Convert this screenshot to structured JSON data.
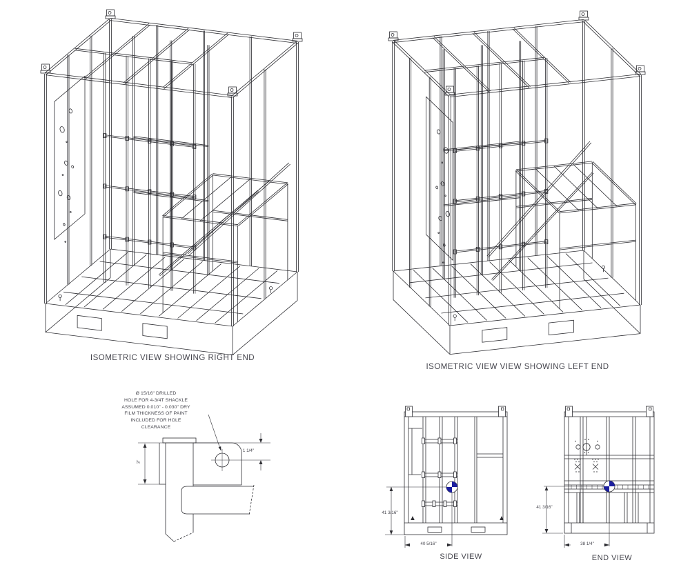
{
  "colors": {
    "line": "#2d2d32",
    "text": "#45454d",
    "cg_blue": "#1c1f9f",
    "background": "#ffffff"
  },
  "iso_views": {
    "right_title": "ISOMETRIC VIEW SHOWING RIGHT END",
    "left_title": "ISOMETRIC VIEW VIEW SHOWING LEFT END"
  },
  "detail_view": {
    "note_lines": [
      "Ø 15/16\" DRILLED",
      "HOLE FOR 4-3/4T SHACKLE",
      "ASSUMED 0.010\" - 0.030\" DRY",
      "FILM THICKNESS OF PAINT",
      "INCLUDED FOR HOLE",
      "CLEARANCE"
    ],
    "lug_height_dim": "3\"",
    "hole_offset_dim": "1 1/4\""
  },
  "side_view": {
    "label": "SIDE VIEW",
    "cg_height_dim": "41 3/16\"",
    "cg_length_dim": "40 5/16\""
  },
  "end_view": {
    "label": "END VIEW",
    "cg_height_dim": "41 3/16\"",
    "cg_width_dim": "38 1/4\""
  }
}
